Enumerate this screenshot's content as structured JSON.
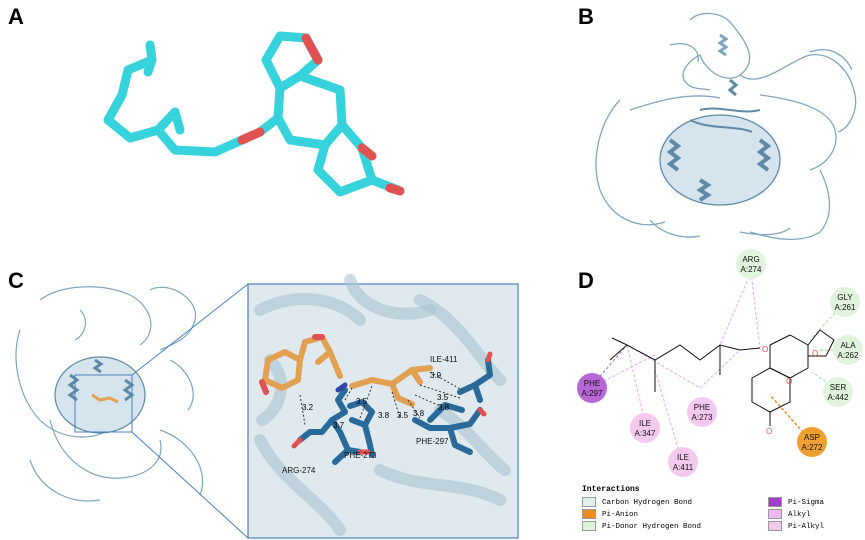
{
  "panels": {
    "a": "A",
    "b": "B",
    "c": "C",
    "d": "D"
  },
  "panel_c_zoom": {
    "residues": [
      "ILE-411",
      "ARG-274",
      "PHE-273",
      "PHE-297"
    ],
    "distances": [
      "3.9",
      "3.5",
      "3.2",
      "3.5",
      "3.7",
      "3.8",
      "3.5",
      "3.8",
      "3.8"
    ]
  },
  "panel_d": {
    "residues": [
      {
        "name": "ARG",
        "id": "A:274",
        "color": "#dff3dd"
      },
      {
        "name": "GLY",
        "id": "A:261",
        "color": "#dff3dd"
      },
      {
        "name": "ALA",
        "id": "A:262",
        "color": "#dff3dd"
      },
      {
        "name": "SER",
        "id": "A:442",
        "color": "#dff3dd"
      },
      {
        "name": "ASP",
        "id": "A:272",
        "color": "#f0a030"
      },
      {
        "name": "PHE",
        "id": "A:297",
        "color": "#b766d6"
      },
      {
        "name": "ILE",
        "id": "A:347",
        "color": "#f3c9ee"
      },
      {
        "name": "PHE",
        "id": "A:273",
        "color": "#f3c9ee"
      },
      {
        "name": "ILE",
        "id": "A:411",
        "color": "#f3c9ee"
      }
    ],
    "legend_title": "Interactions",
    "legend": [
      {
        "label": "Carbon Hydrogen Bond",
        "color": "#dff3ee"
      },
      {
        "label": "Pi-Anion",
        "color": "#f08c1c"
      },
      {
        "label": "Pi-Donor Hydrogen Bond",
        "color": "#dff3dd"
      },
      {
        "label": "Pi-Sigma",
        "color": "#a040c8"
      },
      {
        "label": "Alkyl",
        "color": "#f0b8f0"
      },
      {
        "label": "Pi-Alkyl",
        "color": "#f3c9ee"
      }
    ]
  },
  "colors": {
    "ligand_carbon": "#37d3dc",
    "oxygen": "#e05252",
    "protein": "#8fb3c8",
    "ligand_orange": "#e1a052",
    "residue_blue": "#2a6a9a",
    "zoom_border": "#4a7fc0"
  }
}
